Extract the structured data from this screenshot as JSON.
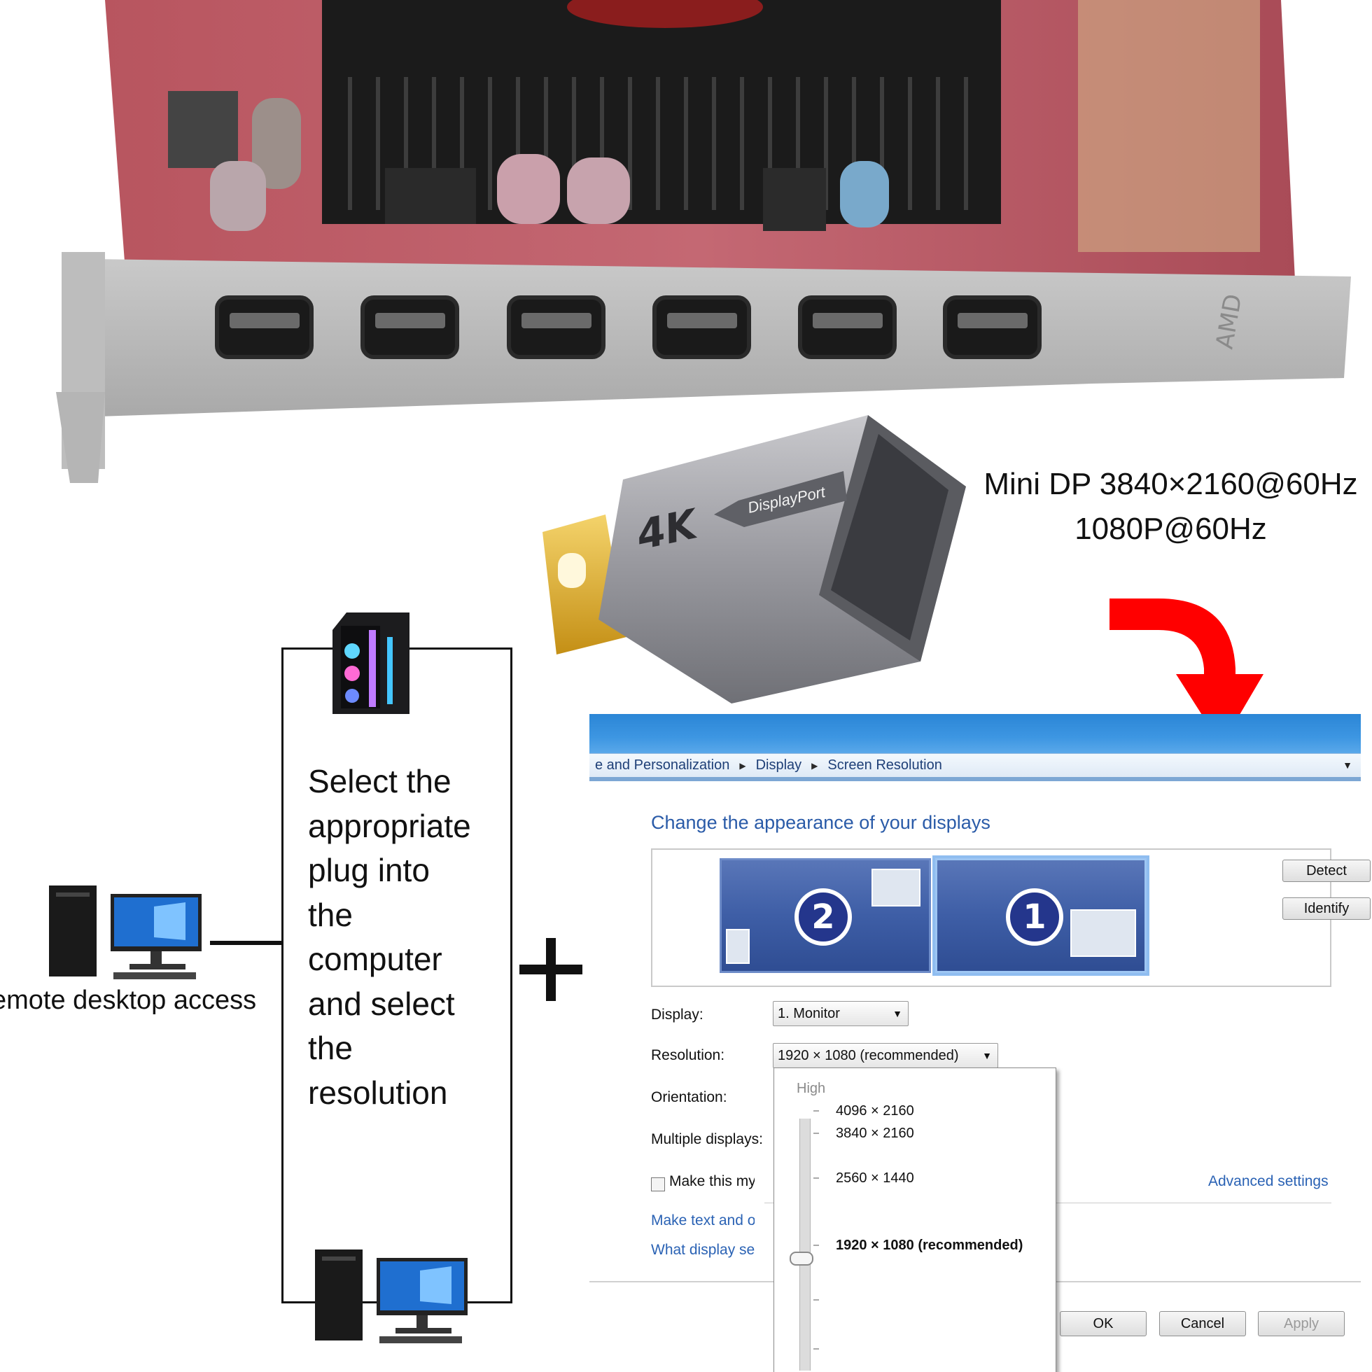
{
  "product": {
    "spec_line1": "Mini DP 3840×2160@60Hz",
    "spec_line2": "1080P@60Hz",
    "adapter_badge": "4K",
    "adapter_brand": "DisplayPort"
  },
  "diagram": {
    "instruction_lines": [
      "Select the",
      "appropriate",
      "plug into",
      "the",
      "computer",
      "and select",
      "the",
      "resolution"
    ],
    "remote_label": "emote desktop access"
  },
  "colors": {
    "arrow": "#ff0000",
    "titlebar": "#3d96e2",
    "link": "#2a62b4",
    "monitor_blue": "#3e5ea6"
  },
  "window": {
    "breadcrumb": [
      "e and Personalization",
      "Display",
      "Screen Resolution"
    ],
    "heading": "Change the appearance of your displays",
    "monitors": [
      {
        "number": "2"
      },
      {
        "number": "1"
      }
    ],
    "buttons": {
      "detect": "Detect",
      "identify": "Identify",
      "ok": "OK",
      "cancel": "Cancel",
      "apply": "Apply"
    },
    "labels": {
      "display": "Display:",
      "resolution": "Resolution:",
      "orientation": "Orientation:",
      "multiple": "Multiple displays:"
    },
    "display_value": "1. Monitor",
    "resolution_value": "1920 × 1080 (recommended)",
    "main_display_check": "Make this my ma",
    "advanced_link": "Advanced settings",
    "links": [
      "Make text and other",
      "What display setting"
    ],
    "dropdown": {
      "high_label": "High",
      "options": [
        "4096 × 2160",
        "3840 × 2160",
        "2560 × 1440",
        "1920 × 1080 (recommended)"
      ]
    }
  }
}
